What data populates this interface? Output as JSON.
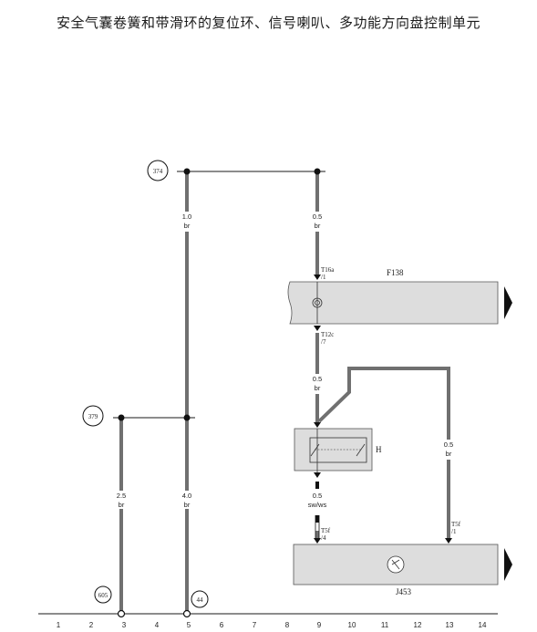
{
  "title": "安全气囊卷簧和带滑环的复位环、信号喇叭、多功能方向盘控制单元",
  "refs": {
    "r374": "374",
    "r379": "379",
    "r605": "605",
    "r44": "44"
  },
  "wires": {
    "w1": [
      "1.0",
      "br"
    ],
    "w2": [
      "0.5",
      "br"
    ],
    "w3": [
      "0.5",
      "br"
    ],
    "w4": [
      "2.5",
      "br"
    ],
    "w5": [
      "4.0",
      "br"
    ],
    "w6": [
      "0.5",
      "sw/ws"
    ],
    "w7": [
      "0.5",
      "br"
    ]
  },
  "pins": {
    "t16a": [
      "T16a",
      "/1"
    ],
    "t12c": [
      "T12c",
      "/7"
    ],
    "t5f4": [
      "T5f",
      "/4"
    ],
    "t5f1": [
      "T5f",
      "/1"
    ]
  },
  "components": {
    "f138": "F138",
    "h": "H",
    "j453": "J453"
  },
  "ticks": [
    "1",
    "2",
    "3",
    "4",
    "5",
    "6",
    "7",
    "8",
    "9",
    "10",
    "11",
    "12",
    "13",
    "14"
  ],
  "colors": {
    "wire": "#707070",
    "box": "#dddddd",
    "ink": "#1a1a1a"
  }
}
